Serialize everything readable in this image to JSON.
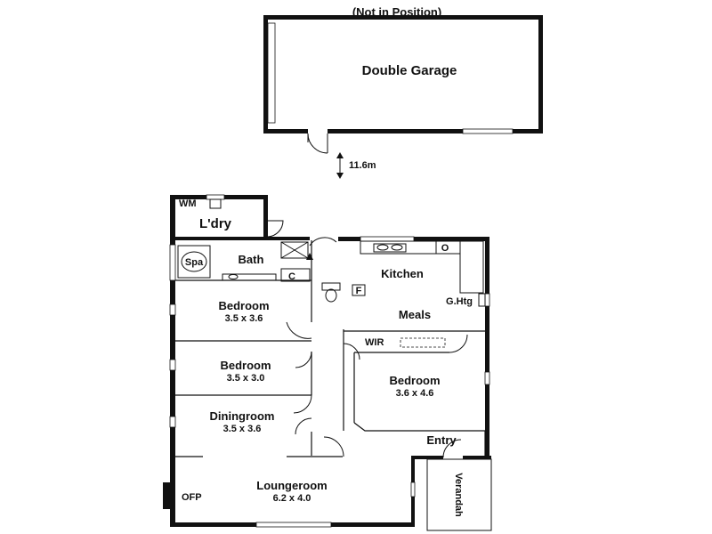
{
  "garage": {
    "position_note": "(Not in Position)",
    "label": "Double Garage"
  },
  "distance": "11.6m",
  "rooms": {
    "laundry": "L'dry",
    "wm": "WM",
    "spa": "Spa",
    "bath": "Bath",
    "cupboard": "C",
    "fridge": "F",
    "oven": "O",
    "kitchen": "Kitchen",
    "gas_heating": "G.Htg",
    "meals": "Meals",
    "bedroom1": {
      "name": "Bedroom",
      "size": "3.5 x 3.6"
    },
    "bedroom2": {
      "name": "Bedroom",
      "size": "3.5 x 3.0"
    },
    "wir": "WIR",
    "bedroom3": {
      "name": "Bedroom",
      "size": "3.6 x 4.6"
    },
    "dining": {
      "name": "Diningroom",
      "size": "3.5 x 3.6"
    },
    "entry": "Entry",
    "lounge": {
      "name": "Loungeroom",
      "size": "6.2 x 4.0"
    },
    "ofp": "OFP",
    "verandah": "Verandah"
  }
}
